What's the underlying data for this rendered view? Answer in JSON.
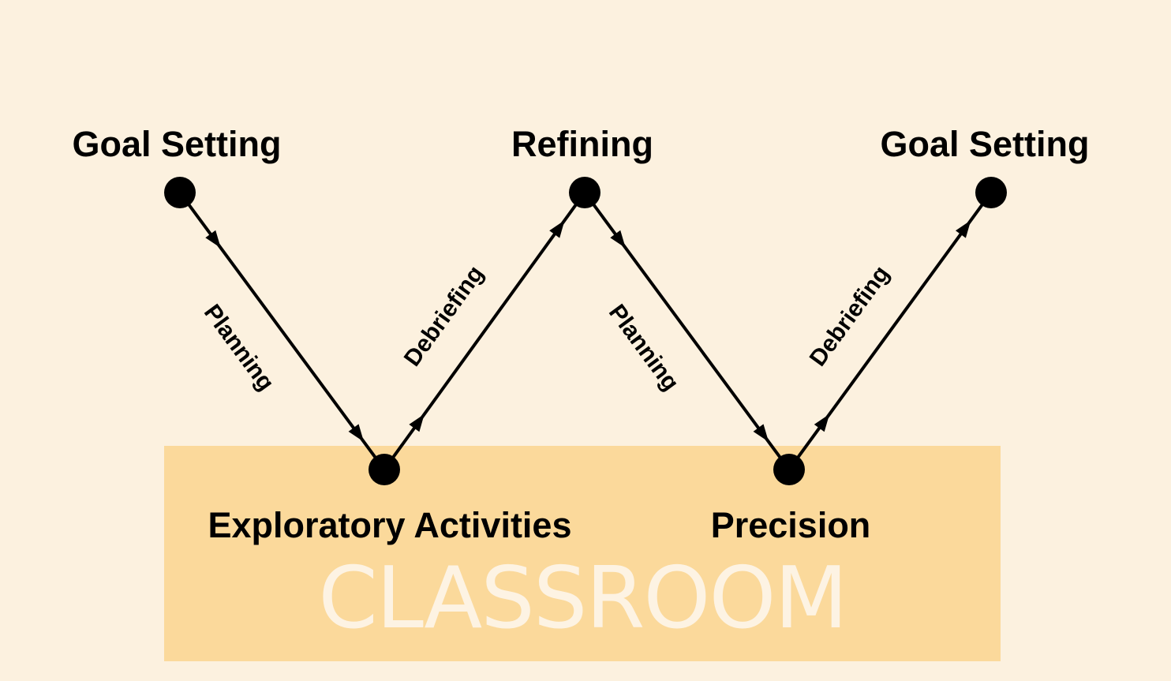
{
  "diagram": {
    "region_label": "CLASSROOM",
    "nodes": [
      {
        "id": "n1",
        "label": "Goal Setting"
      },
      {
        "id": "n2",
        "label": "Exploratory Activities"
      },
      {
        "id": "n3",
        "label": "Refining"
      },
      {
        "id": "n4",
        "label": "Precision"
      },
      {
        "id": "n5",
        "label": "Goal Setting"
      }
    ],
    "edges": [
      {
        "from": "n1",
        "to": "n2",
        "label": "Planning"
      },
      {
        "from": "n2",
        "to": "n3",
        "label": "Debriefing"
      },
      {
        "from": "n3",
        "to": "n4",
        "label": "Planning"
      },
      {
        "from": "n4",
        "to": "n5",
        "label": "Debriefing"
      }
    ],
    "colors": {
      "background": "#fcf1df",
      "classroom_fill": "#fbd99b",
      "classroom_text": "#fdf3e3",
      "line": "#000000"
    }
  }
}
